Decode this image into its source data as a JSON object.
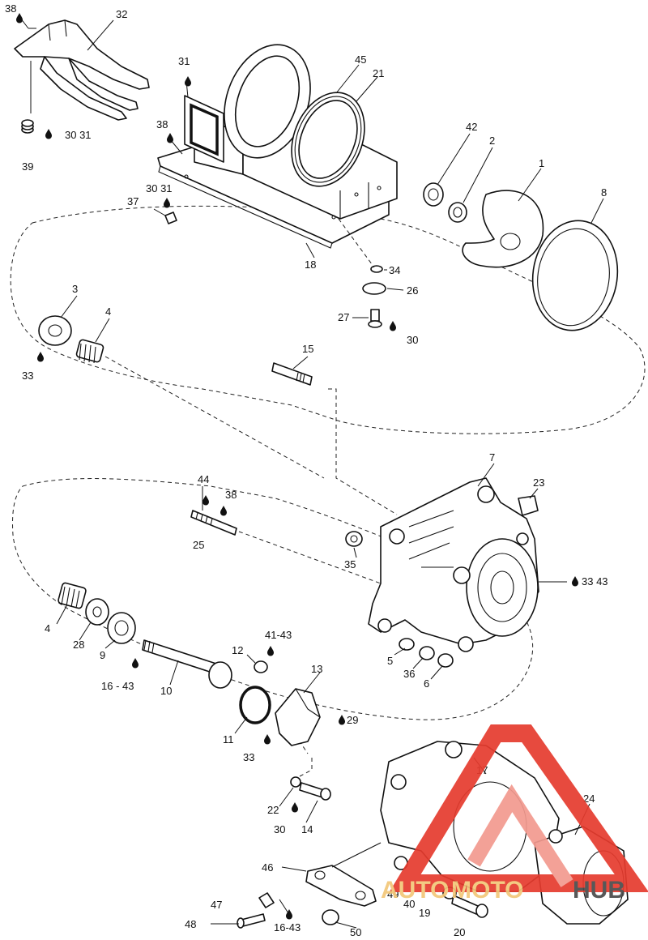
{
  "labels": {
    "l1": "1",
    "l2": "2",
    "l3": "3",
    "l4a": "4",
    "l4b": "4",
    "l5": "5",
    "l6": "6",
    "l7": "7",
    "l8": "8",
    "l9": "9",
    "l10": "10",
    "l11": "11",
    "l12": "12",
    "l13": "13",
    "l14": "14",
    "l15": "15",
    "l16a": "16 - 43",
    "l16b": "16-43",
    "l17": "17",
    "l18": "18",
    "l19": "19",
    "l20": "20",
    "l21": "21",
    "l22": "22",
    "l23": "23",
    "l24": "24",
    "l25": "25",
    "l26": "26",
    "l27": "27",
    "l28": "28",
    "l29": "29",
    "l30a": "30 31",
    "l30b": "30 31",
    "l30c": "30",
    "l30d": "30",
    "l31": "31",
    "l32": "32",
    "l33a": "33",
    "l33b": "33 43",
    "l33c": "33",
    "l34": "34",
    "l35": "35",
    "l36": "36",
    "l37": "37",
    "l38a": "38",
    "l38b": "38",
    "l38c": "38",
    "l39": "39",
    "l40": "40",
    "l41": "41-43",
    "l42": "42",
    "l44": "44",
    "l45": "45",
    "l46": "46",
    "l47": "47",
    "l48": "48",
    "l49": "49",
    "l50": "50"
  },
  "watermark": {
    "part1": "AUTO",
    "part2": "MOTO",
    "part3": "HUB",
    "color_primary": "#e63b2e",
    "color_light": "#f39a8f",
    "color_dark": "#4a4a4a",
    "color_gold": "#f2c779"
  },
  "icons": {
    "lubricant": "oil-drop-icon"
  }
}
